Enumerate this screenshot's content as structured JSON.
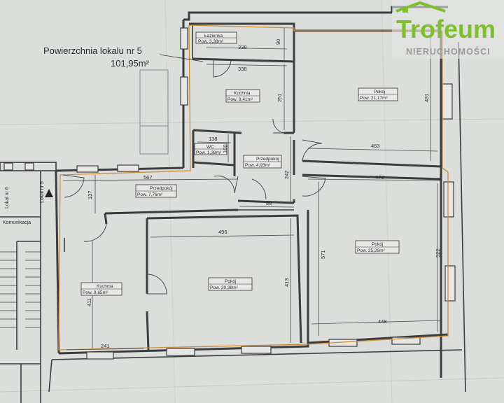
{
  "header": {
    "title_line1": "Powierzchnia lokalu nr 5",
    "title_line2": "101,95m²"
  },
  "logo": {
    "brand": "Trofeum",
    "tagline": "NIERUCHOMOŚCI",
    "color_green": "#7fbf2f",
    "color_gray": "#9a9a9a"
  },
  "rooms": {
    "lazienka": {
      "name": "Łazienka",
      "area": "Pow. 3,38m²"
    },
    "kuchnia_top": {
      "name": "Kuchnia",
      "area": "Pow. 8,41m²"
    },
    "pokoj_top": {
      "name": "Pokój",
      "area": "Pow. 21,17m²"
    },
    "wc": {
      "name": "WC",
      "area": "Pow. 1,38m²"
    },
    "przedpokoj_small": {
      "name": "Przedpokój",
      "area": "Pow. 4,93m²"
    },
    "przedpokoj_main": {
      "name": "Przedpokój",
      "area": "Pow. 7,76m²"
    },
    "pokoj_right": {
      "name": "Pokój",
      "area": "Pow. 25,29m²"
    },
    "kuchnia_bottom": {
      "name": "Kuchnia",
      "area": "Pow. 9,65m²"
    },
    "pokoj_center": {
      "name": "Pokój",
      "area": "Pow. 20,38m²"
    }
  },
  "dimensions": {
    "d338a": "338",
    "d338b": "338",
    "d90": "90",
    "d251": "251",
    "d431": "431",
    "d138": "138",
    "d100": "100",
    "d463": "463",
    "d242": "242",
    "d567": "567",
    "d478": "478",
    "d137": "137",
    "d88": "88",
    "d496": "496",
    "d571": "571",
    "d522": "522",
    "d413": "413",
    "d411": "411",
    "d448": "448",
    "d241": "241"
  },
  "side_labels": {
    "lokal6": "Lokal nr 6",
    "lokal5": "Lokal nr 5",
    "komunikacja": "Komunikacja"
  }
}
